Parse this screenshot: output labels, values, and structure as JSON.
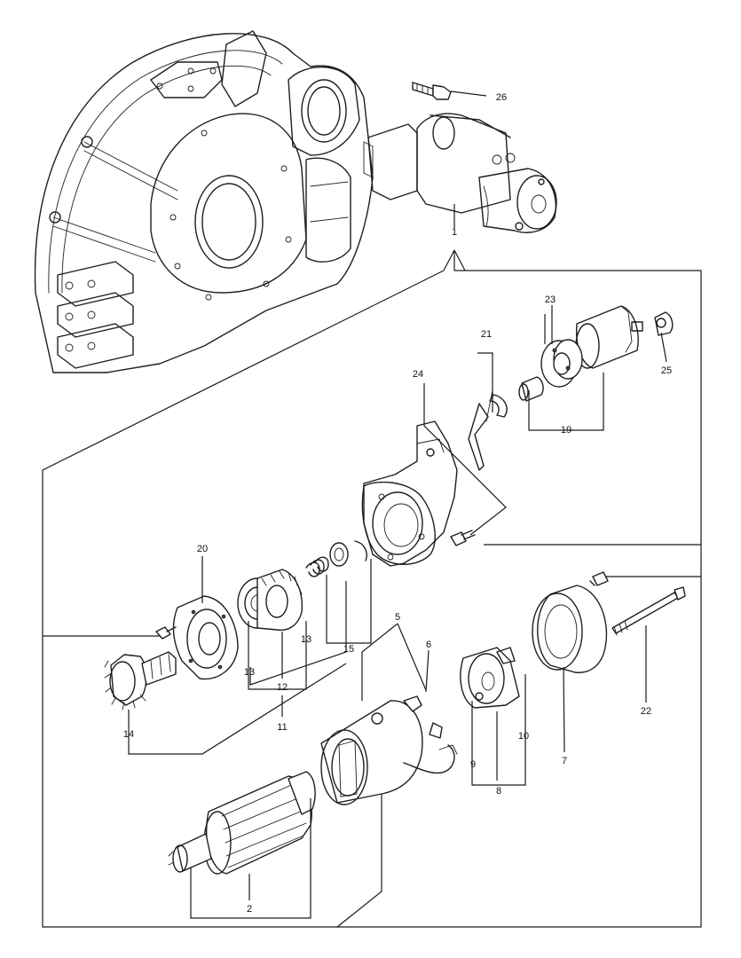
{
  "callouts": {
    "c1": "1",
    "c2": "2",
    "c5": "5",
    "c6": "6",
    "c7": "7",
    "c8": "8",
    "c9": "9",
    "c10": "10",
    "c11": "11",
    "c12": "12",
    "c13a": "13",
    "c13b": "13",
    "c14": "14",
    "c15": "15",
    "c19": "19",
    "c20": "20",
    "c21": "21",
    "c22": "22",
    "c23": "23",
    "c24": "24",
    "c25": "25",
    "c26": "26"
  }
}
